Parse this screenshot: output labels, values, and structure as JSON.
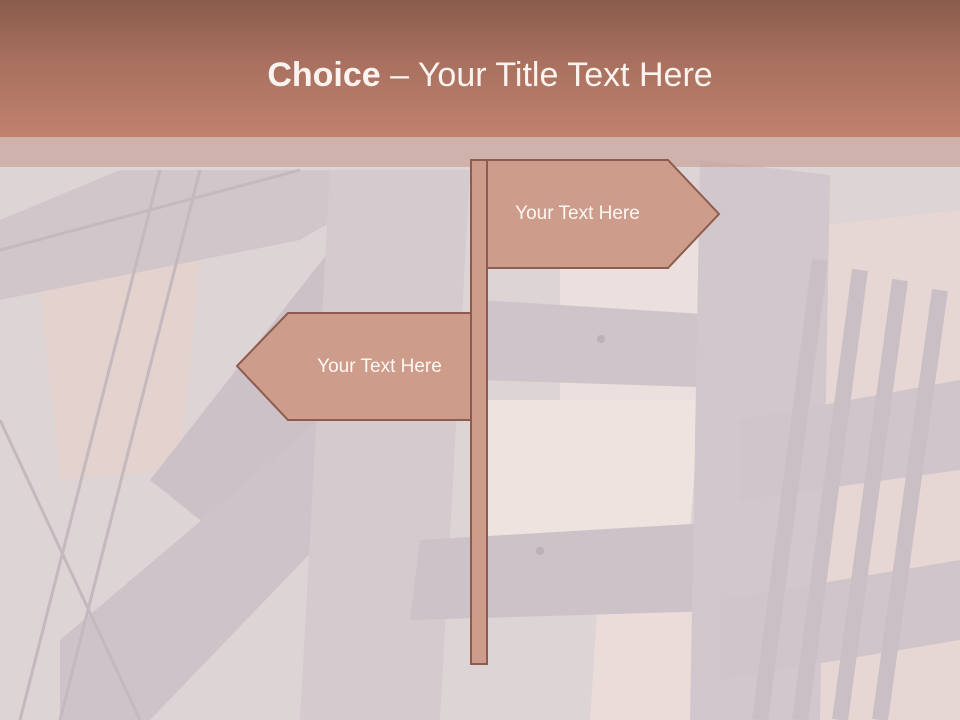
{
  "slide": {
    "title_bold": "Choice",
    "title_dash": " – ",
    "title_rest": "Your Title Text Here"
  },
  "signpost": {
    "right_sign_text": "Your Text Here",
    "left_sign_text": "Your Text Here"
  },
  "colors": {
    "title_bar": "#b57764",
    "sign_fill": "#cd9c8a",
    "sign_border": "#8e5b4e",
    "title_text": "#fbf3ef"
  }
}
